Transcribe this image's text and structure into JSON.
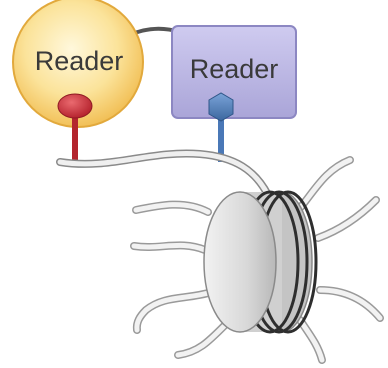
{
  "diagram": {
    "readers": [
      {
        "label": "Reader",
        "shape": "circle",
        "color": "#f7d06a",
        "domain_color": "#c9333a"
      },
      {
        "label": "Reader",
        "shape": "square",
        "color": "#b9b5e0",
        "domain_color": "#4a78b7"
      }
    ],
    "nucleosome": {
      "core_color": "#d6d6d6",
      "dna_color": "#333333",
      "tail_color": "#d0d0d0"
    }
  }
}
